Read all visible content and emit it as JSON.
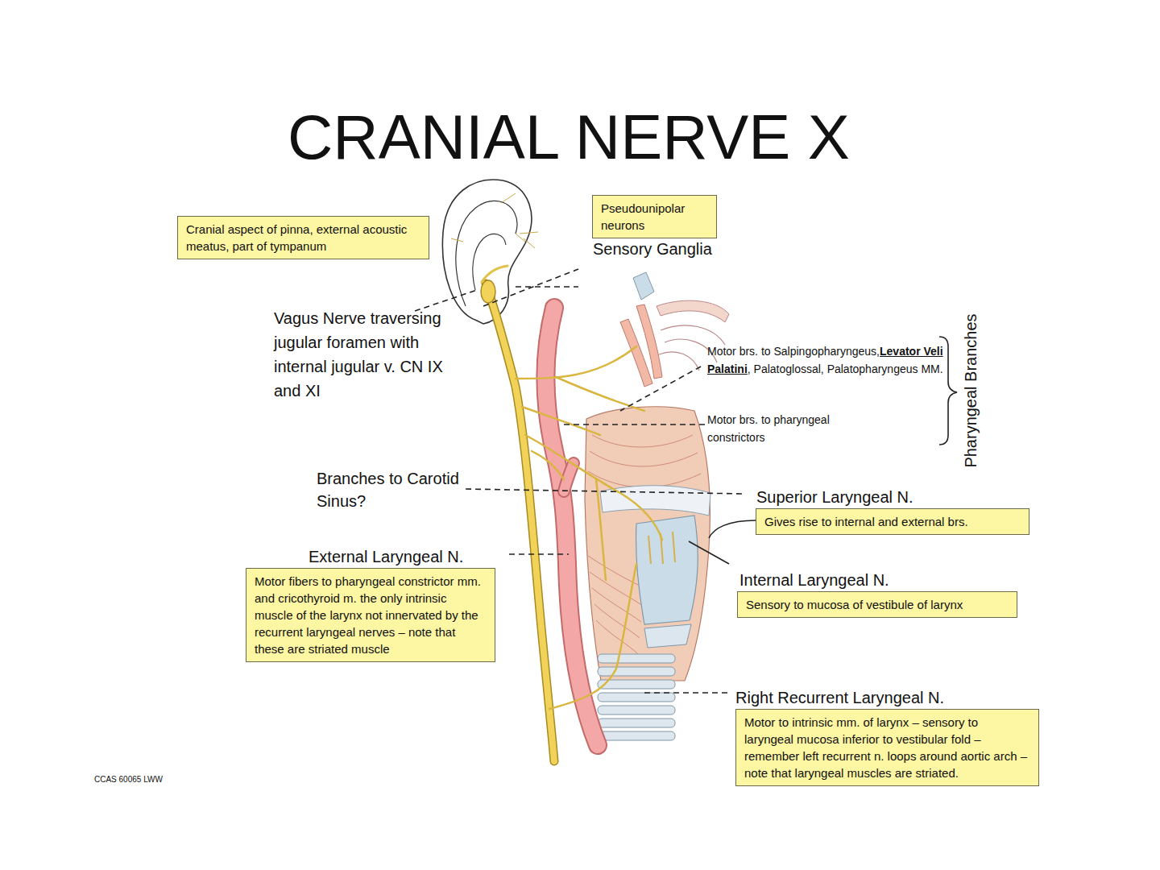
{
  "diagram": {
    "title": "CRANIAL NERVE X",
    "nodes": [
      {
        "text": [
          "Cranial aspect of pinna, external acoustic meatus, part of tympanum"
        ]
      },
      {
        "text": [
          "Pseudounipolar neurons",
          "Sensory Ganglia"
        ]
      },
      {
        "text": [
          "Superior Laryngeal N.",
          "Gives rise to internal and external brs."
        ]
      },
      {
        "text": [
          "External Laryngeal N.",
          "Motor fibers to pharyngeal constrictor mm. and cricothyroid m. the only intrinsic muscle of the larynx not innervated by the recurrent laryngeal nerves – note that these are striated muscle"
        ]
      },
      {
        "text": [
          "Internal Laryngeal N.",
          "Sensory to mucosa of vestibule of larynx"
        ]
      },
      {
        "text": [
          "Right Recurrent Laryngeal N.",
          "Motor to intrinsic mm. of larynx – sensory to laryngeal mucosa inferior to vestibular fold – remember left recurrent n. loops around aortic arch – note that laryngeal muscles are striated."
        ]
      }
    ],
    "labels": [
      "Vagus Nerve traversing jugular foramen with internal jugular v. CN IX and XI",
      "Motor brs. to Salpingopharyngeus,",
      "Levator Veli Palatini",
      ", Palatoglossal, Palatopharyngeus MM.",
      "Motor brs.  to pharyngeal constrictors",
      "Pharyngeal Branches",
      "Branches to Carotid Sinus?",
      "CCAS 60065 LWW"
    ]
  }
}
